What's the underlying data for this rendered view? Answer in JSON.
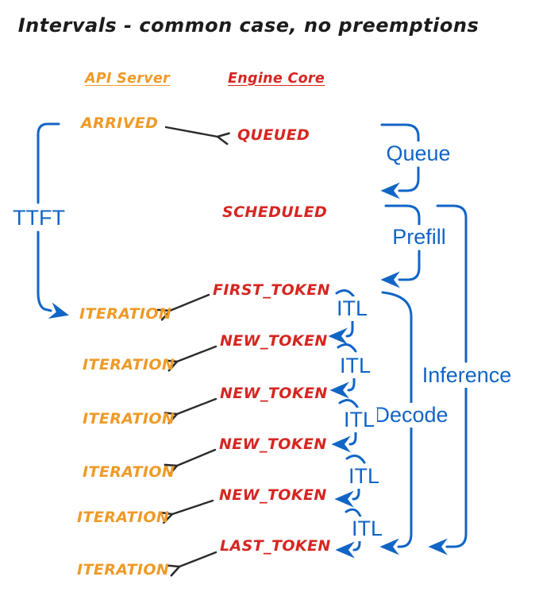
{
  "title": "Intervals - common case, no preemptions",
  "columns": {
    "api_server": "API Server",
    "engine_core": "Engine Core"
  },
  "events": {
    "arrived": "ARRIVED",
    "queued": "QUEUED",
    "scheduled": "SCHEDULED",
    "first_token": "FIRST_TOKEN",
    "new_token": "NEW_TOKEN",
    "last_token": "LAST_TOKEN",
    "iteration": "ITERATION"
  },
  "intervals": {
    "ttft": "TTFT",
    "queue": "Queue",
    "prefill": "Prefill",
    "itl": "ITL",
    "decode": "Decode",
    "inference": "Inference"
  },
  "colors": {
    "api_server_orange": "#EF9A27",
    "engine_core_red": "#D62622",
    "interval_blue": "#1165C5",
    "arrow_black": "#2B2B2B",
    "background": "#FFFFFF"
  }
}
